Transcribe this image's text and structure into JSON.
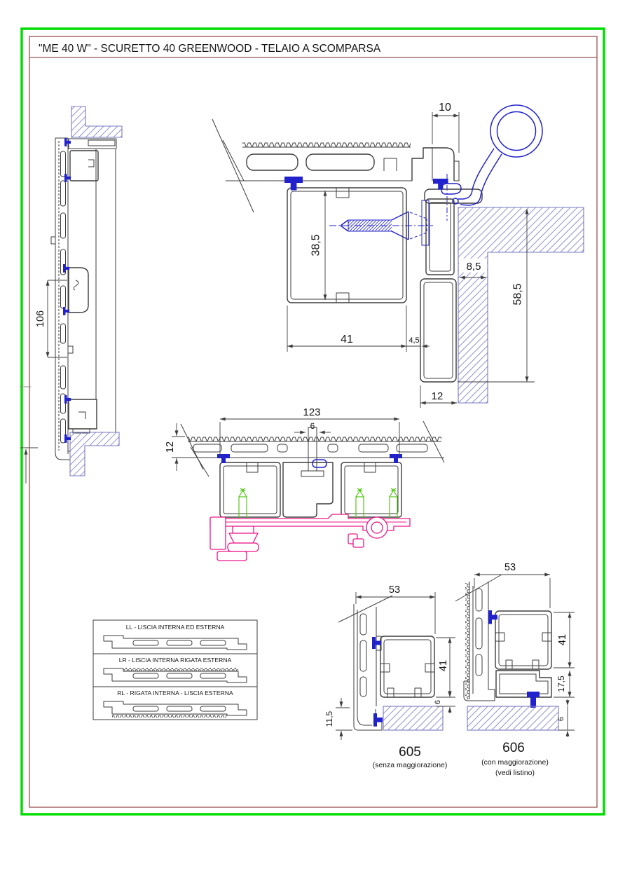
{
  "page": {
    "title": "\"ME 40 W\" - SCURETTO 40 GREENWOOD - TELAIO A SCOMPARSA",
    "colors": {
      "frame_outer_green": "#00dd00",
      "frame_inner_maroon": "#9a5252",
      "linework": "#3d3d3d",
      "accent_blue": "#2222cc",
      "wall_hatch_blue": "#9090cf",
      "carriage_magenta": "#ea1889",
      "screw_green": "#44c400"
    }
  },
  "views": {
    "vertical_section": {
      "dims": {
        "d106": "106"
      }
    },
    "top_detail": {
      "dims": {
        "d10": "10",
        "d38_5": "38,5",
        "d8_5": "8,5",
        "d58_5": "58,5",
        "d41": "41",
        "d4_5": "4,5",
        "d12": "12"
      }
    },
    "middle_section": {
      "dims": {
        "d123": "123",
        "d6": "6",
        "d12": "12"
      }
    },
    "finishes_table": {
      "rows": [
        {
          "code": "LL",
          "label": "LL - LISCIA INTERNA ED ESTERNA"
        },
        {
          "code": "LR",
          "label": "LR - LISCIA INTERNA RIGATA ESTERNA"
        },
        {
          "code": "RL",
          "label": "RL - RIGATA INTERNA - LISCIA ESTERNA"
        }
      ]
    },
    "detail_605": {
      "code": "605",
      "caption": "(senza maggiorazione)",
      "dims": {
        "d53": "53",
        "d41": "41",
        "d6": "6",
        "d11_5": "11,5"
      }
    },
    "detail_606": {
      "code": "606",
      "caption_line1": "(con maggiorazione)",
      "caption_line2": "(vedi listino)",
      "dims": {
        "d53": "53",
        "d41": "41",
        "d17_5": "17,5",
        "d6": "6"
      }
    }
  }
}
